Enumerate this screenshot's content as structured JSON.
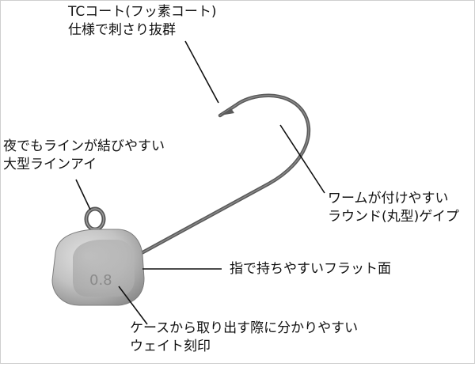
{
  "callouts": {
    "tc_coat": {
      "line1": "TCコート(フッ素コート)",
      "line2": "仕様で刺さり抜群"
    },
    "night_line": {
      "line1": "夜でもラインが結びやすい",
      "line2": "大型ラインアイ"
    },
    "worm_gap": {
      "line1": "ワームが付けやすい",
      "line2": "ラウンド(丸型)ゲイプ"
    },
    "flat_face": {
      "line1": "指で持ちやすいフラット面"
    },
    "weight_mark": {
      "line1": "ケースから取り出す際に分かりやすい",
      "line2": "ウェイト刻印"
    }
  },
  "head_weight": "0.8",
  "colors": {
    "hook": "#555555",
    "head": "#b9b9b9",
    "leader": "#111111"
  }
}
